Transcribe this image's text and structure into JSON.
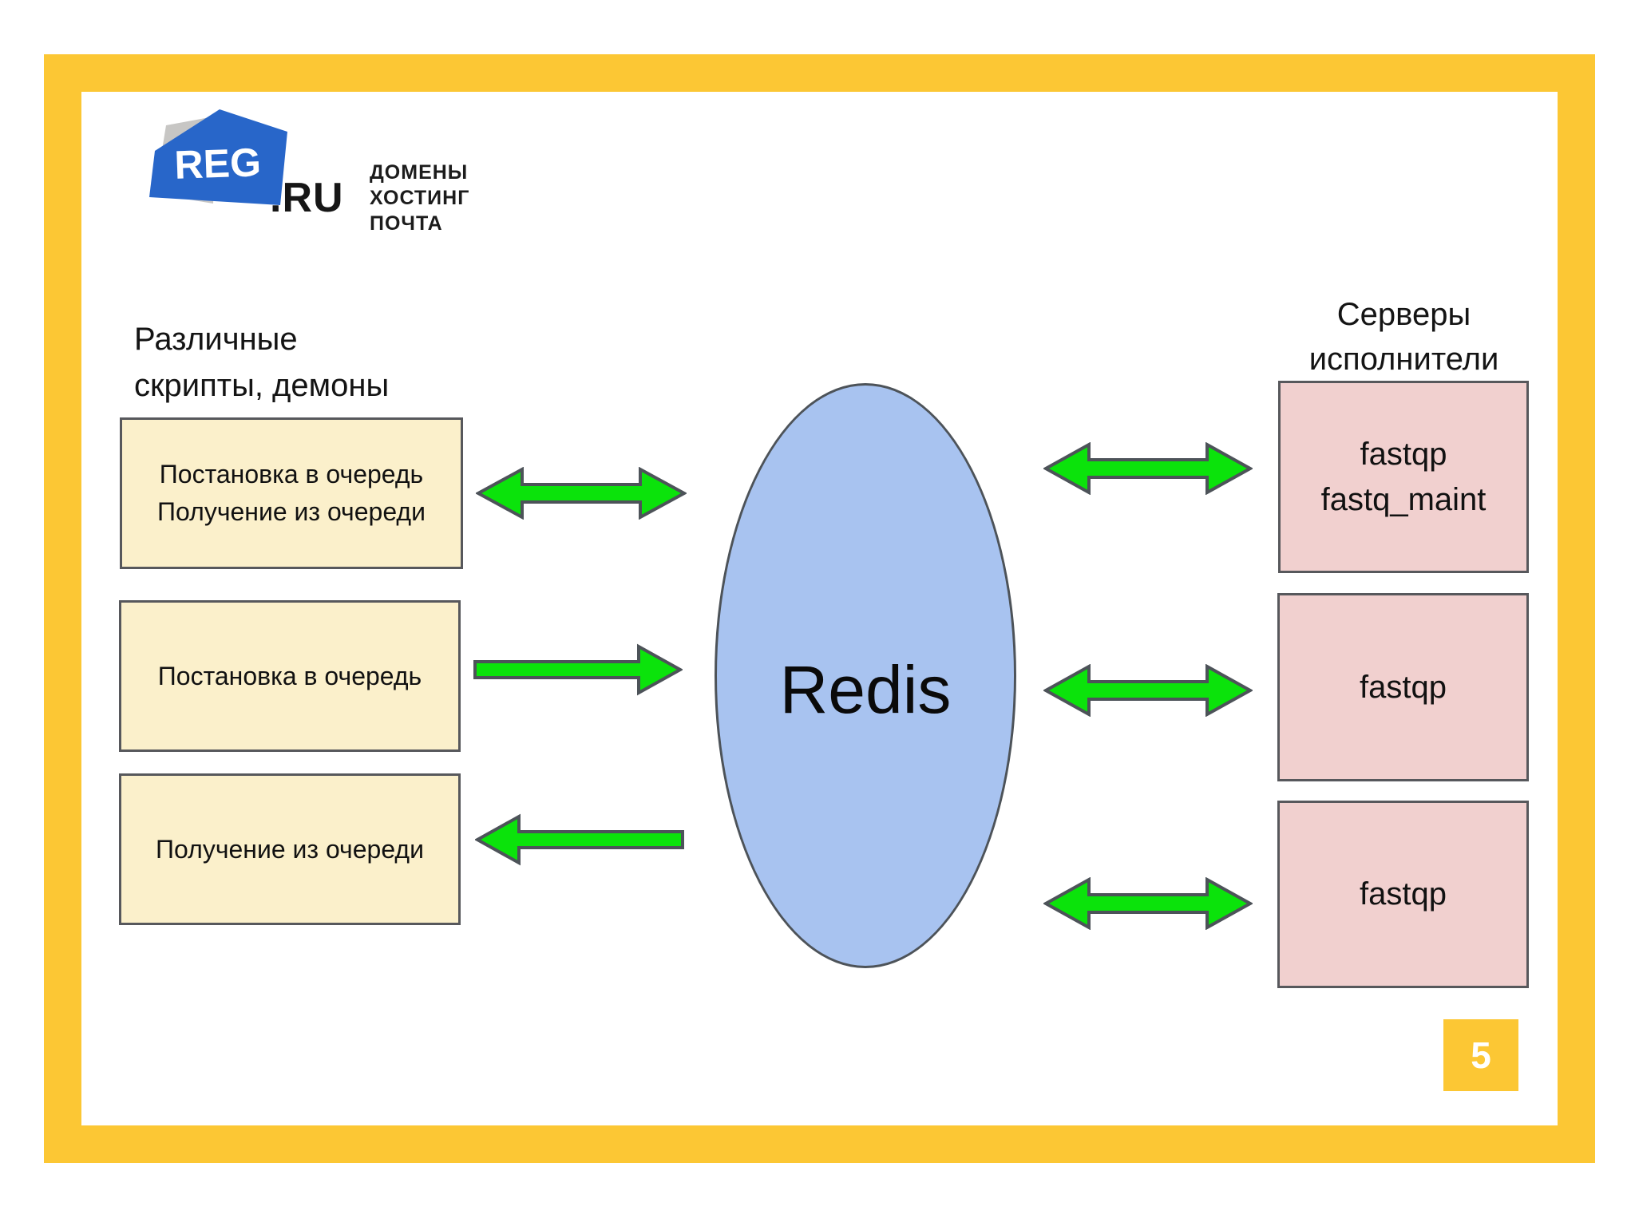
{
  "slide": {
    "page_number": "5"
  },
  "logo": {
    "brand_reg": "REG",
    "brand_ru": ".RU",
    "tagline_lines": [
      "ДОМЕНЫ",
      "ХОСТИНГ",
      "ПОЧТА"
    ]
  },
  "left_group": {
    "title_line1": "Различные",
    "title_line2": "скрипты, демоны",
    "boxes": [
      {
        "lines": [
          "Постановка в очередь",
          "Получение из очереди"
        ]
      },
      {
        "lines": [
          "Постановка в очередь"
        ]
      },
      {
        "lines": [
          "Получение из очереди"
        ]
      }
    ]
  },
  "center": {
    "label": "Redis"
  },
  "right_group": {
    "title_line1": "Серверы",
    "title_line2": "исполнители",
    "boxes": [
      {
        "lines": [
          "fastqp",
          "fastq_maint"
        ]
      },
      {
        "lines": [
          "fastqp"
        ]
      },
      {
        "lines": [
          "fastqp"
        ]
      }
    ]
  },
  "connections": [
    {
      "from": "Постановка в очередь / Получение из очереди",
      "to": "Redis",
      "direction": "bidirectional"
    },
    {
      "from": "Постановка в очередь",
      "to": "Redis",
      "direction": "to-redis"
    },
    {
      "from": "Redis",
      "to": "Получение из очереди",
      "direction": "from-redis"
    },
    {
      "from": "Redis",
      "to": "fastqp fastq_maint",
      "direction": "bidirectional"
    },
    {
      "from": "Redis",
      "to": "fastqp",
      "direction": "bidirectional"
    },
    {
      "from": "Redis",
      "to": "fastqp",
      "direction": "bidirectional"
    }
  ],
  "theme": {
    "frame_yellow": "#FCC734",
    "box_cream": "#FBF0CB",
    "box_pink": "#F1D0CF",
    "ellipse_blue": "#A8C3F0",
    "arrow_green": "#0BE30B",
    "outline_gray": "#4D5359",
    "logo_blue": "#2866C9",
    "page_number_bg": "#FCC734",
    "text_black": "#111111"
  }
}
